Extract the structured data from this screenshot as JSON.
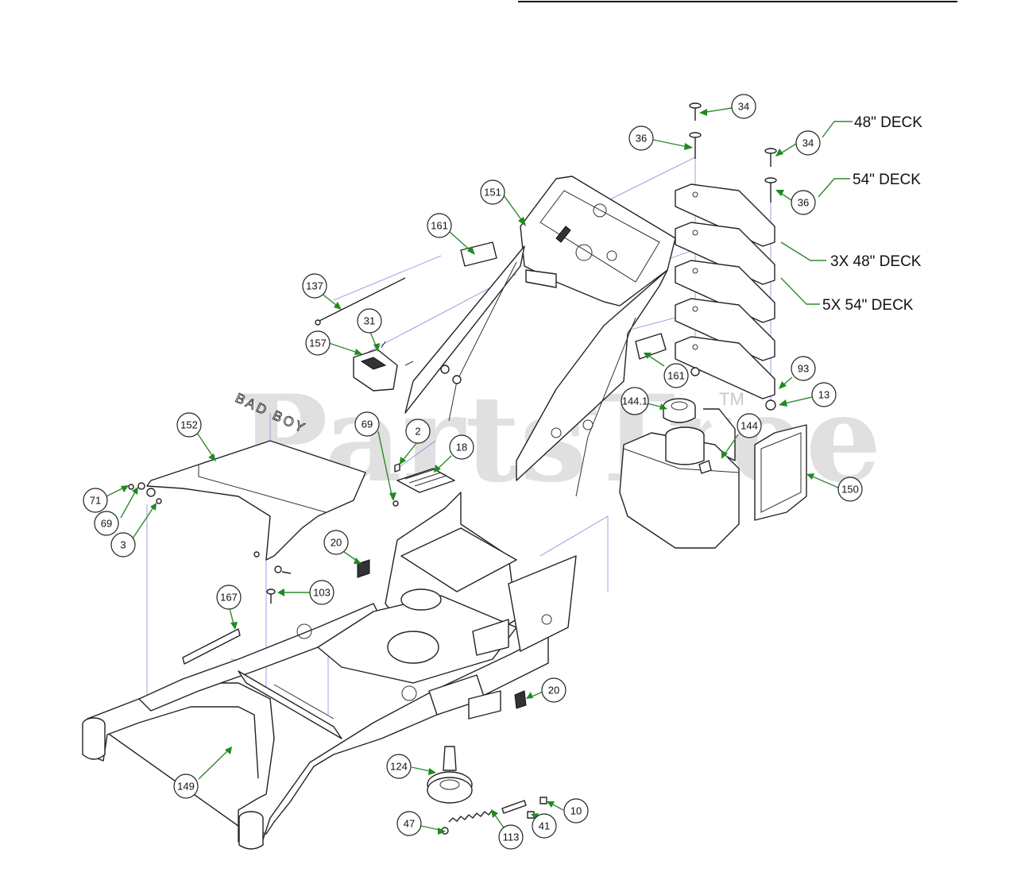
{
  "watermark": {
    "text": "PartsTree",
    "tm": "TM"
  },
  "logo": {
    "text": "BAD BOY"
  },
  "deck_labels": [
    "48\" DECK",
    "54\" DECK",
    "3X 48\" DECK",
    "5X 54\" DECK"
  ],
  "callouts": [
    "34",
    "36",
    "34",
    "36",
    "151",
    "161",
    "137",
    "31",
    "157",
    "161",
    "93",
    "13",
    "144.1",
    "144",
    "150",
    "152",
    "69",
    "2",
    "18",
    "71",
    "69",
    "3",
    "20",
    "103",
    "167",
    "20",
    "149",
    "124",
    "10",
    "41",
    "47",
    "113"
  ],
  "colors": {
    "leader": "#2f8a2f",
    "arrow": "#1f8a1f",
    "guide": "#8888dd",
    "watermark": "#c8c8c8"
  }
}
